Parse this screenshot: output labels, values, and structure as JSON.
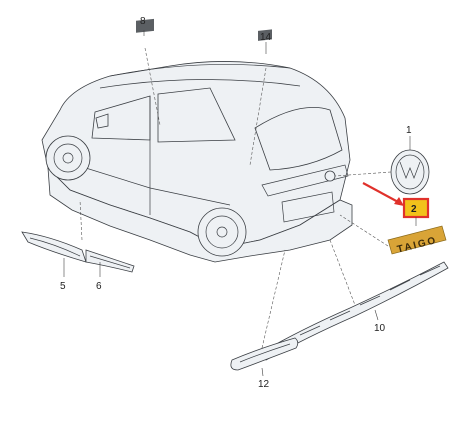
{
  "callouts": {
    "c1": "1",
    "c2": "2",
    "c5": "5",
    "c6": "6",
    "c8": "8",
    "c10": "10",
    "c12": "12",
    "c14": "14"
  },
  "badge_text": "TAIGO",
  "colors": {
    "highlight_box": "#e0312b",
    "highlight_fill": "#f2c21b",
    "arrow": "#e0312b",
    "badge_gold": "#d9a437"
  }
}
